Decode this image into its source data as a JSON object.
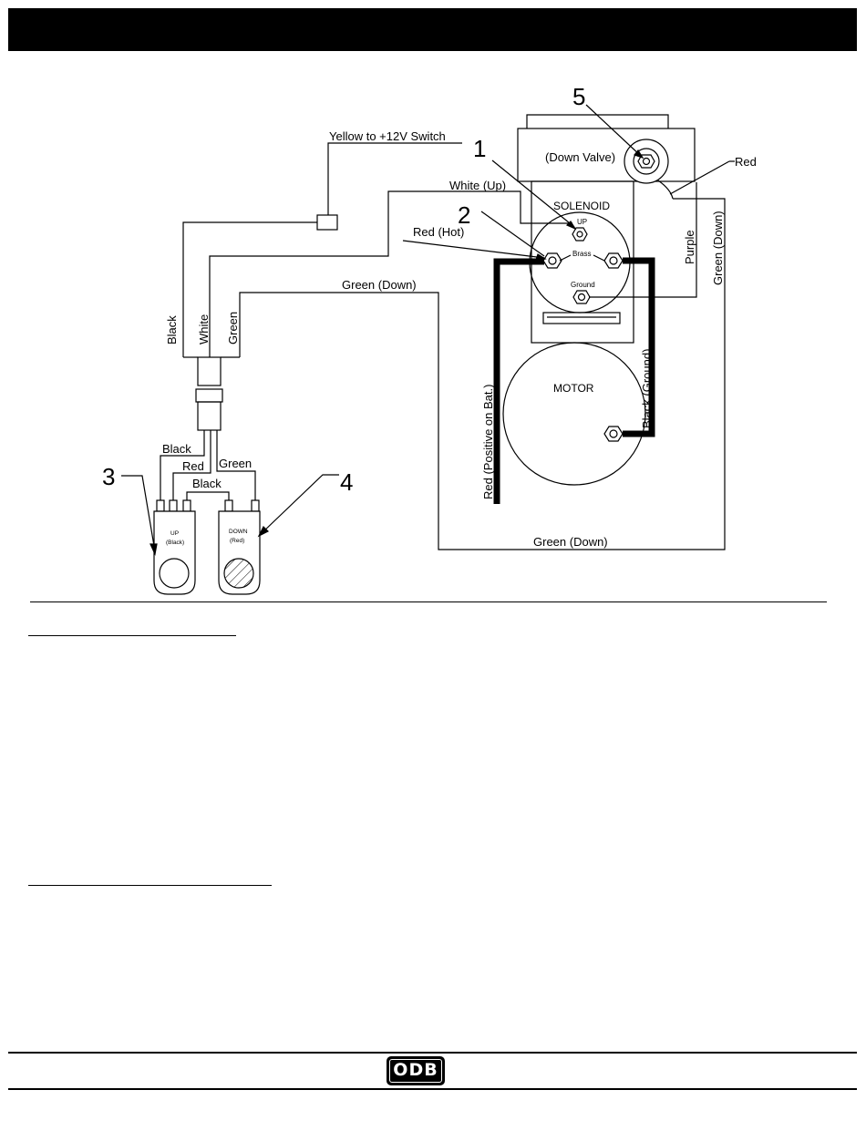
{
  "diagram": {
    "callouts": [
      "1",
      "2",
      "3",
      "4",
      "5"
    ],
    "wires": {
      "yellow": "Yellow to +12V Switch",
      "white_up": "White (Up)",
      "red_hot": "Red (Hot)",
      "green_down_top": "Green (Down)",
      "green_down_bottom": "Green (Down)",
      "green_down_right": "Green (Down)",
      "red_right": "Red",
      "purple": "Purple",
      "black_vertical": "Black",
      "white_vertical": "White",
      "green_vertical": "Green",
      "black_lower": "Black",
      "red_lower": "Red",
      "green_lower": "Green",
      "black_bridge": "Black",
      "red_positive": "Red (Positive on Bat.)",
      "black_ground": "Black (Ground)"
    },
    "components": {
      "down_valve": "(Down Valve)",
      "solenoid": "SOLENOID",
      "terminal_up": "UP",
      "terminal_brass": "Brass",
      "terminal_ground": "Ground",
      "motor": "MOTOR",
      "up_switch_label": "UP",
      "up_switch_color": "(Black)",
      "down_switch_label": "DOWN",
      "down_switch_color": "(Red)"
    }
  },
  "footer": {
    "logo_text": "ODB"
  }
}
